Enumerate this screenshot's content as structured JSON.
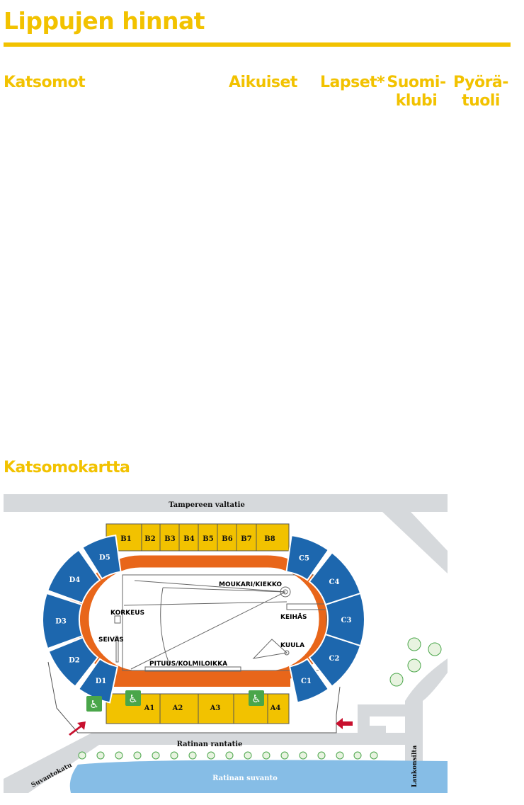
{
  "page": {
    "title": "Lippujen hinnat",
    "columns": {
      "stands": "Katsomot",
      "adults": "Aikuiset",
      "children": "Lapset*",
      "club_line1": "Suomi-",
      "club_line2": "klubi",
      "wheelchair_line1": "Pyörä-",
      "wheelchair_line2": "tuoli"
    },
    "map_title": "Katsomokartta"
  },
  "map": {
    "roads": {
      "top": "Tampereen valtatie",
      "bottom": "Ratinan rantatie",
      "left": "Suvantokatu",
      "right": "Laukonsilta",
      "water": "Ratinan suvanto"
    },
    "stands_b": [
      "B1",
      "B2",
      "B3",
      "B4",
      "B5",
      "B6",
      "B7",
      "B8"
    ],
    "stands_a": [
      "A1",
      "A2",
      "A3",
      "A4"
    ],
    "stands_c": [
      "C1",
      "C2",
      "C3",
      "C4",
      "C5"
    ],
    "stands_d": [
      "D1",
      "D2",
      "D3",
      "D4",
      "D5"
    ],
    "events": {
      "hammer_discus": "MOUKARI/KIEKKO",
      "high_jump": "KORKEUS",
      "javelin": "KEIHÄS",
      "pole_vault": "SEIVÄS",
      "shot_put": "KUULA",
      "long_triple": "PITUUS/KOLMILOIKKA"
    },
    "icons": {
      "accessible": "wheelchair-icon",
      "entrance": "entrance-arrow-icon",
      "tree": "tree-icon"
    },
    "colors": {
      "yellow": "#f2c200",
      "blue": "#1d67ae",
      "orange": "#e8661a",
      "road": "#d6d9dc",
      "water": "#86bde6",
      "green": "#4aa64a",
      "arrow": "#c8102e"
    }
  }
}
